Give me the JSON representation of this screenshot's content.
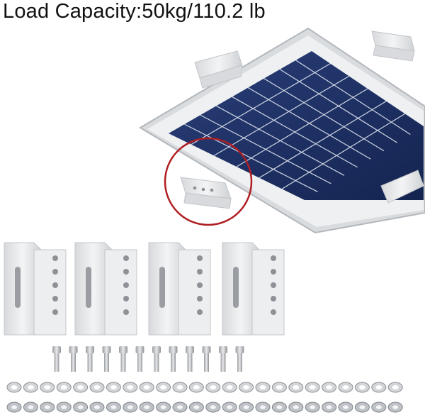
{
  "caption": {
    "text": "Load Capacity:50kg/110.2 lb"
  },
  "colors": {
    "panel_cell": "#1a2b5c",
    "panel_frame": "#d9dcdf",
    "bracket": "#e8e9eb",
    "highlight_circle": "#b01e23"
  },
  "product": {
    "brackets_count": 4,
    "bolts_count": 12,
    "washers_count": 24,
    "nuts_count": 24
  }
}
